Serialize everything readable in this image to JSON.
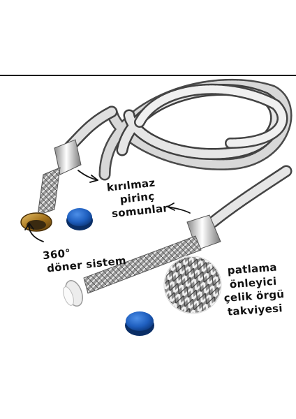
{
  "annotations": {
    "nuts": {
      "line1": "kırılmaz",
      "line2": "pirinç",
      "line3": "somunlar"
    },
    "swivel": {
      "line1": "360°",
      "line2": "döner sistem"
    },
    "braid": {
      "line1": "patlama",
      "line2": "önleyici",
      "line3": "çelik örgü",
      "line4": "takviyesi"
    }
  },
  "colors": {
    "chrome_light": "#f2f2f2",
    "chrome_dark": "#6e6e6e",
    "brass": "#b8862b",
    "cap_blue": "#1f5fbf",
    "text": "#111111"
  }
}
